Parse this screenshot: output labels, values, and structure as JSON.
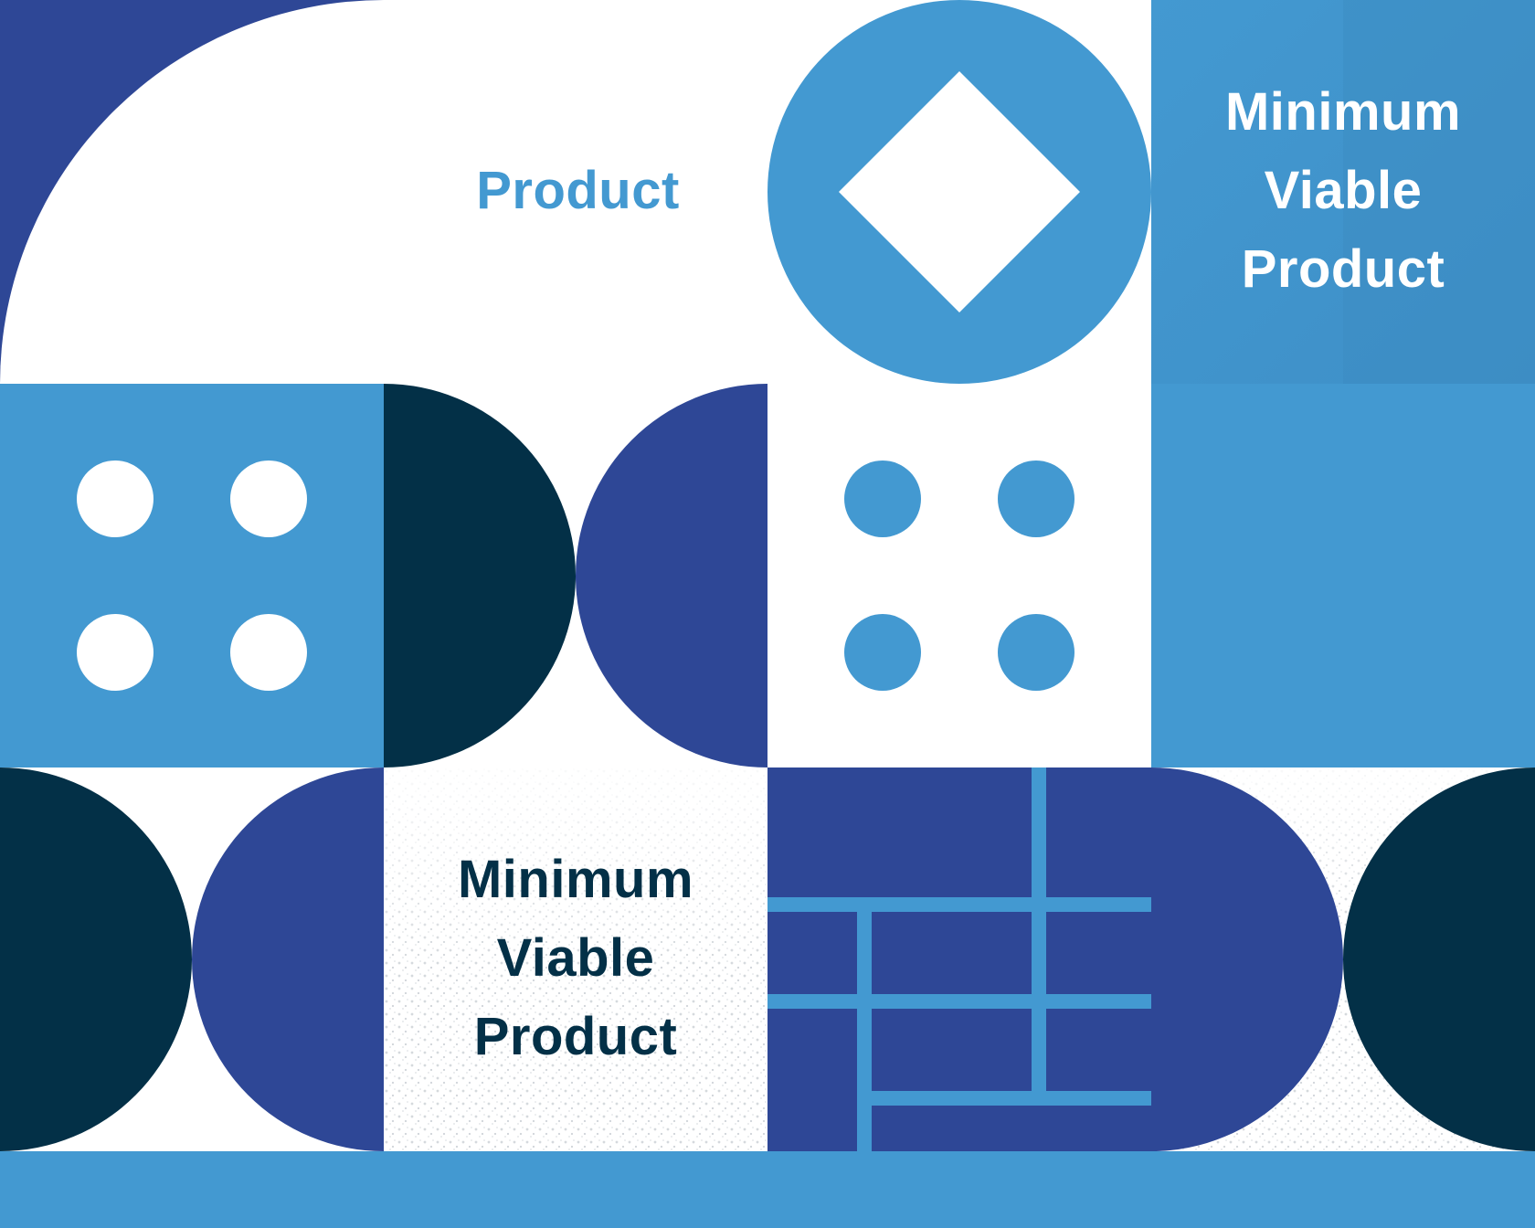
{
  "labels": {
    "product": "Product",
    "mvp_top": [
      "Minimum",
      "Viable",
      "Product"
    ],
    "mvp_bottom": [
      "Minimum",
      "Viable",
      "Product"
    ]
  },
  "colors": {
    "navy": "#2e4796",
    "dark": "#033047",
    "blue": "#4399d1",
    "white": "#ffffff",
    "speckle": "#e3e6e9"
  }
}
